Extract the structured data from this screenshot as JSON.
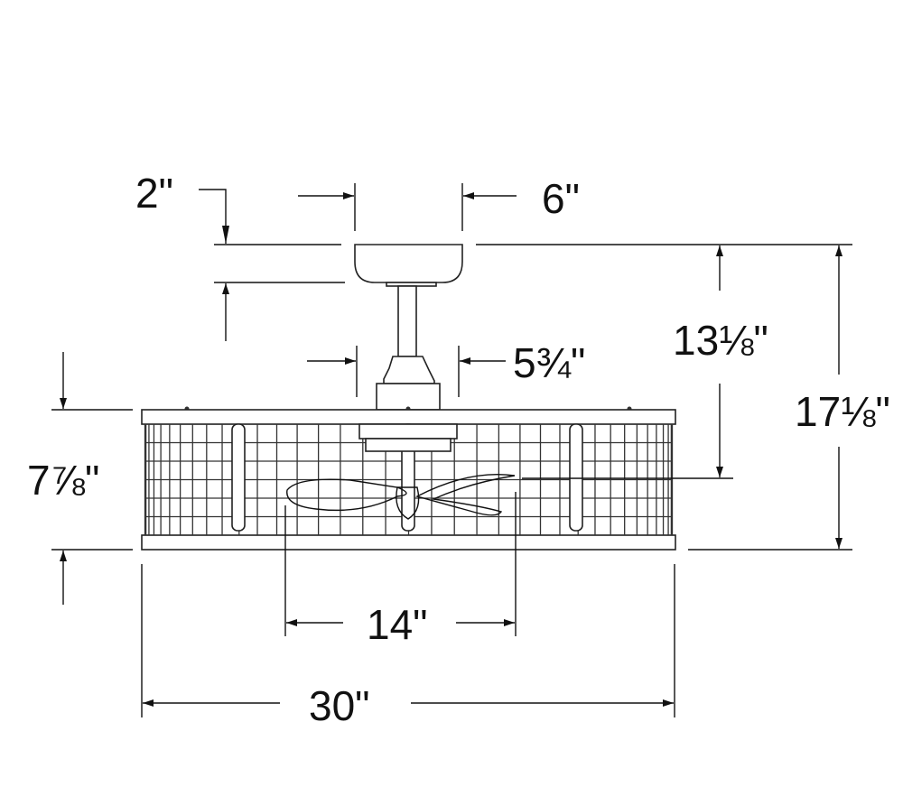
{
  "title": "Ceiling fan dimension drawing",
  "colors": {
    "line": "#111111",
    "background": "#ffffff"
  },
  "dimensions": {
    "canopy_height": "2\"",
    "canopy_width": "6\"",
    "motor_width": "5¾\"",
    "ceiling_to_blade": "13⅛\"",
    "overall_height": "17⅛\"",
    "cage_height": "7⅞\"",
    "blade_span": "14\"",
    "overall_width": "30\""
  }
}
